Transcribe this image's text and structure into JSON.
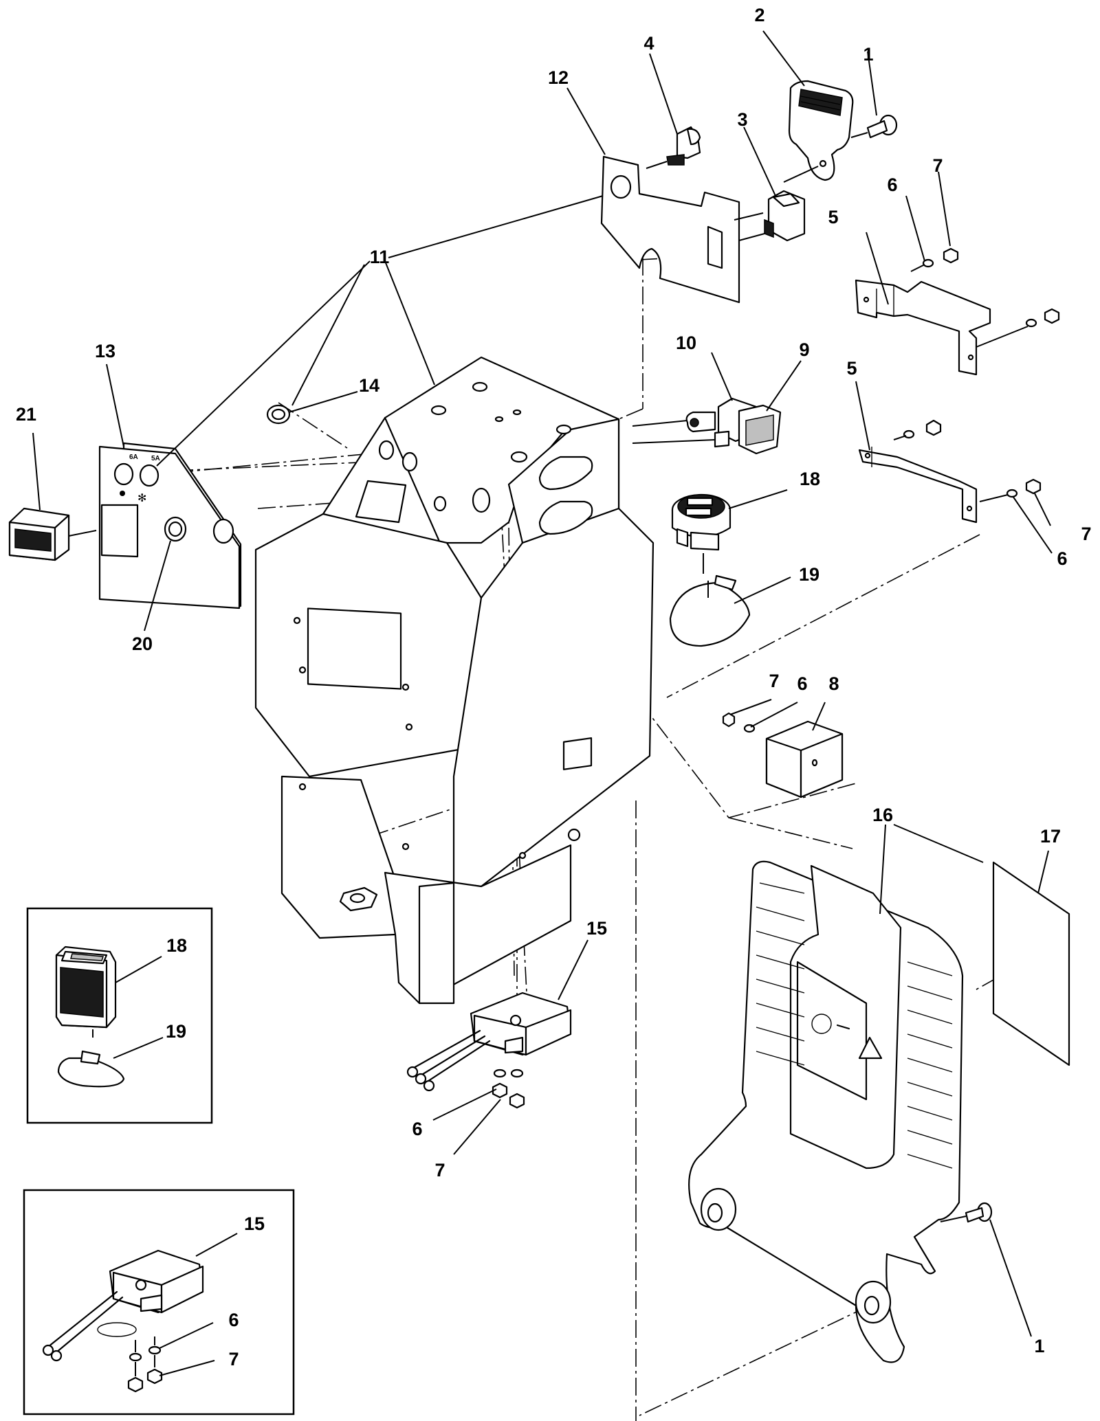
{
  "callouts": {
    "c1a": "1",
    "c2": "2",
    "c3": "3",
    "c4": "4",
    "c5a": "5",
    "c6a": "6",
    "c7a": "7",
    "c12": "12",
    "c11": "11",
    "c10": "10",
    "c9": "9",
    "c5b": "5",
    "c7b": "7",
    "c6b": "6",
    "c18a": "18",
    "c19a": "19",
    "c14": "14",
    "c13": "13",
    "c21": "21",
    "c20": "20",
    "c7c": "7",
    "c6c": "6",
    "c8": "8",
    "c16": "16",
    "c17": "17",
    "c15a": "15",
    "c18b": "18",
    "c19b": "19",
    "c6d": "6",
    "c7d": "7",
    "c15b": "15",
    "c6e": "6",
    "c7e": "7",
    "c1b": "1"
  },
  "icons": {
    "meter": "hour-meter-icon",
    "switch": "rocker-switch-icon",
    "connector": "battery-connector-icon",
    "seat": "seat-shell-icon"
  }
}
